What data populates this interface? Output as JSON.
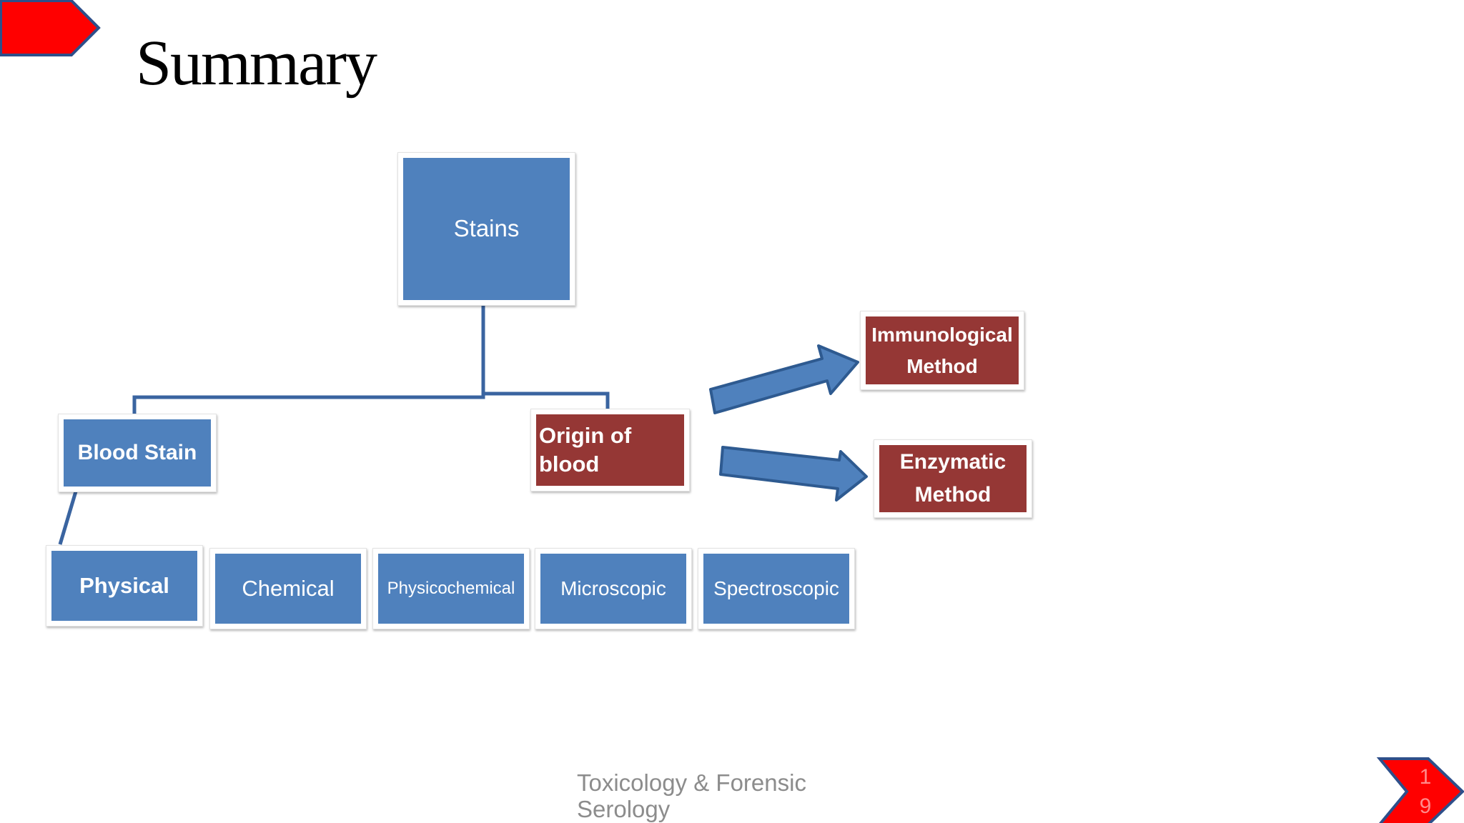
{
  "slide": {
    "title": "Summary",
    "footer": "Toxicology & Forensic Serology",
    "page_number": "19"
  },
  "diagram": {
    "root": "Stains",
    "blood_stain": "Blood Stain",
    "origin": "Origin of blood",
    "methods": {
      "immunological": "Immunological Method",
      "enzymatic": "Enzymatic Method"
    },
    "tests": [
      "Physical",
      "Chemical",
      "Physicochemical",
      "Microscopic",
      "Spectroscopic"
    ]
  },
  "colors": {
    "node_blue": "#4f81bd",
    "node_red": "#953735",
    "connector": "#3a64a0",
    "corner_red": "#ff0000",
    "corner_border": "#2e4f8a"
  }
}
